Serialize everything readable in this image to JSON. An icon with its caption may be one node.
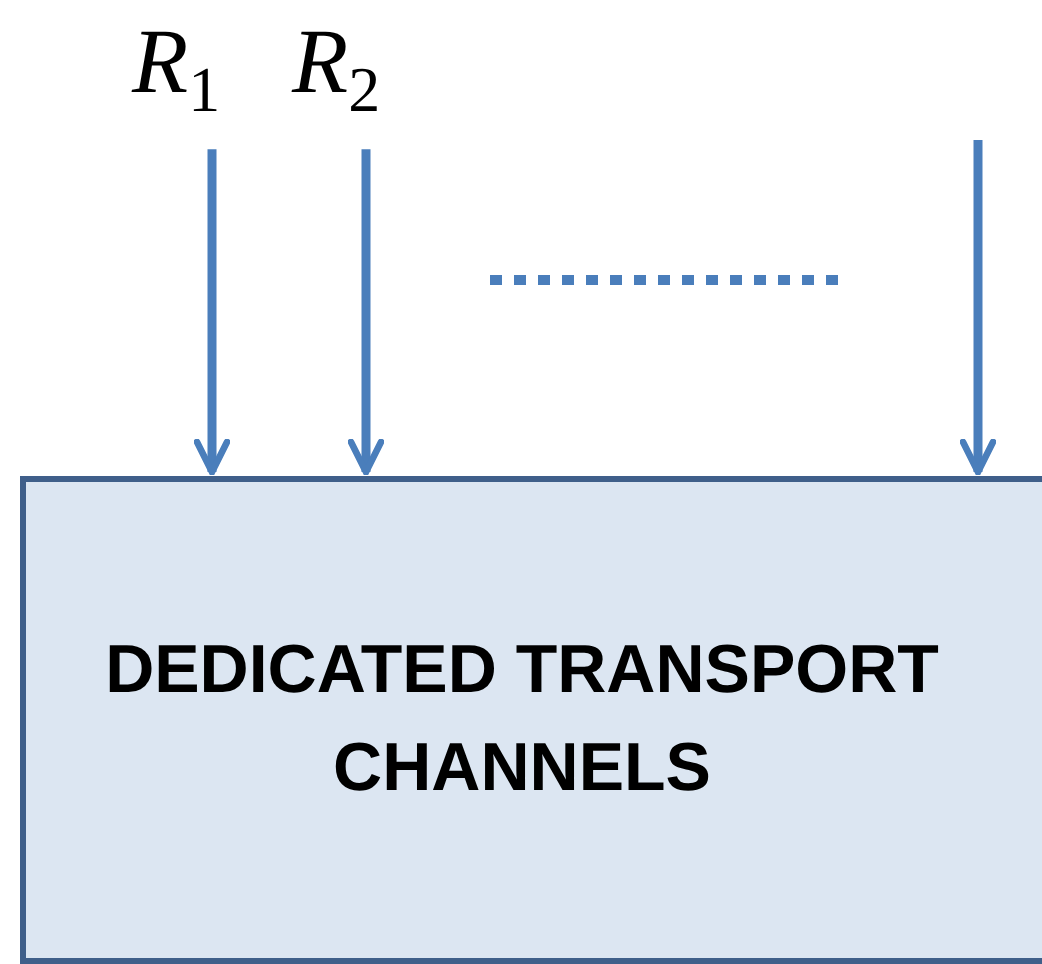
{
  "diagram": {
    "nodes": [
      {
        "text": [
          "*R*$_{1}$"
        ]
      },
      {
        "text": [
          "*R*$_{2}$"
        ]
      },
      {
        "text": [
          "DEDICATED TRANSPORT CHANNELS"
        ]
      }
    ],
    "edges": [
      {
        "from": 0,
        "to": 2,
        "arrow": "to"
      },
      {
        "from": 1,
        "to": 2,
        "arrow": "to"
      },
      {
        "from": null,
        "to": 2,
        "arrow": "to"
      }
    ]
  }
}
